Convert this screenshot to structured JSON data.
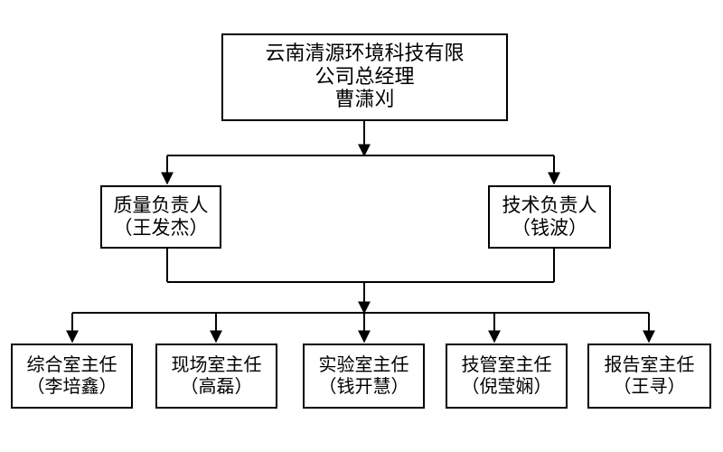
{
  "nodes": {
    "ceo": {
      "lines": [
        "云南清源环境科技有限",
        "公司总经理",
        "曹潇刈"
      ]
    },
    "quality": {
      "lines": [
        "质量负责人",
        "（王发杰）"
      ]
    },
    "tech": {
      "lines": [
        "技术负责人",
        "（钱波）"
      ]
    },
    "general_office": {
      "lines": [
        "综合室主任",
        "（李培鑫）"
      ]
    },
    "field_office": {
      "lines": [
        "现场室主任",
        "（高磊）"
      ]
    },
    "lab_office": {
      "lines": [
        "实验室主任",
        "（钱开慧）"
      ]
    },
    "tech_mgmt_office": {
      "lines": [
        "技管室主任",
        "（倪莹娴）"
      ]
    },
    "report_office": {
      "lines": [
        "报告室主任",
        "（王寻）"
      ]
    }
  },
  "edges": [
    [
      "ceo",
      "quality"
    ],
    [
      "ceo",
      "tech"
    ],
    [
      "quality",
      "general_office"
    ],
    [
      "quality",
      "field_office"
    ],
    [
      "quality",
      "lab_office"
    ],
    [
      "quality",
      "tech_mgmt_office"
    ],
    [
      "quality",
      "report_office"
    ],
    [
      "tech",
      "general_office"
    ],
    [
      "tech",
      "field_office"
    ],
    [
      "tech",
      "lab_office"
    ],
    [
      "tech",
      "tech_mgmt_office"
    ],
    [
      "tech",
      "report_office"
    ]
  ]
}
